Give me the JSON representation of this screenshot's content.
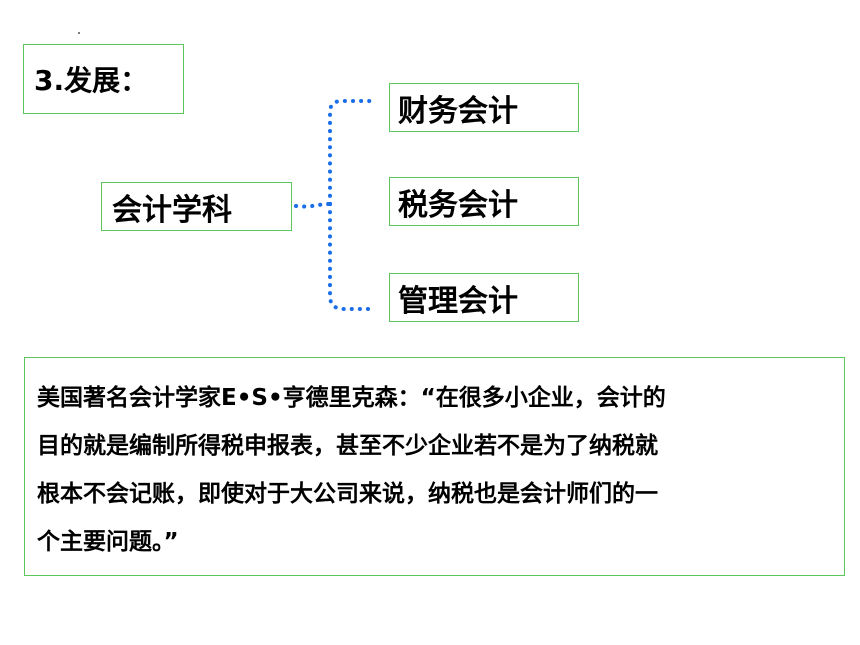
{
  "heading": "3.发展：",
  "diagram": {
    "root": "会计学科",
    "branches": [
      "财务会计",
      "税务会计",
      "管理会计"
    ],
    "connector_color": "#1a6fe8",
    "box_border_color": "#5cc85c"
  },
  "quote": {
    "lines": [
      "美国著名会计学家E•S•亨德里克森：“在很多小企业，会计的",
      "目的就是编制所得税申报表，甚至不少企业若不是为了纳税就",
      "根本不会记账，即使对于大公司来说，纳税也是会计师们的一",
      "个主要问题。”"
    ]
  }
}
